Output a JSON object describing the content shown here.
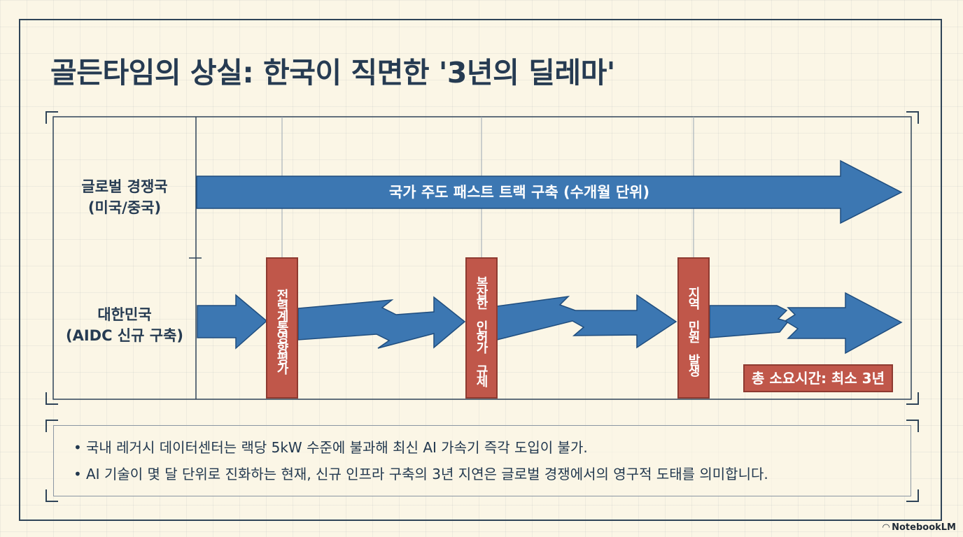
{
  "title": "골든타임의 상실: 한국이 직면한 '3년의 딜레마'",
  "diagram": {
    "rows": [
      {
        "label_lines": [
          "글로벌 경쟁국",
          "(미국/중국)"
        ]
      },
      {
        "label_lines": [
          "대한민국",
          "(AIDC 신규 구축)"
        ]
      }
    ],
    "fast_track_label": "국가 주도 패스트 트랙 구축 (수개월 단위)",
    "barriers": [
      {
        "label": "전력계통영향평가"
      },
      {
        "label": "복잡한 인허가 규제"
      },
      {
        "label": "지역 민원 발생"
      }
    ],
    "total_time": "총 소요시간: 최소 3년",
    "colors": {
      "arrow_blue": "#3c77b2",
      "barrier_red": "#c0574a",
      "frame": "#2f4458",
      "background": "#fbf6e6"
    }
  },
  "notes": [
    "국내 레거시 데이터센터는 랙당 5kW 수준에 불과해 최신 AI 가속기 즉각 도입이 불가.",
    "AI 기술이 몇 달 단위로 진화하는 현재, 신규 인프라 구축의 3년 지연은 글로벌 경쟁에서의 영구적 도태를 의미합니다."
  ],
  "brand": "NotebookLM"
}
